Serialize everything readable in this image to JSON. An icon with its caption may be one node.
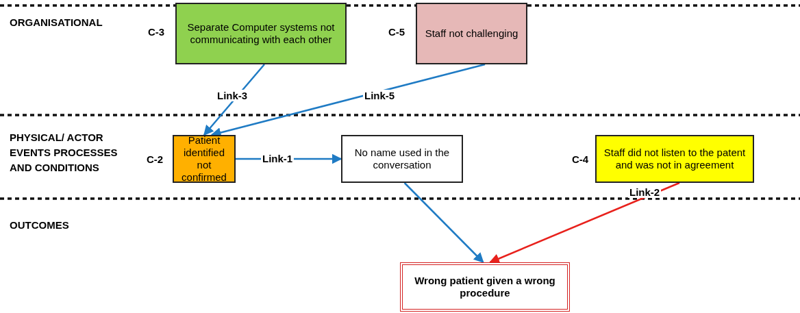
{
  "diagram": {
    "nodes": [
      {
        "text": [
          "Separate Computer systems not communicating with each other"
        ],
        "beside": [
          "C-3"
        ]
      },
      {
        "text": [
          "Staff not challenging"
        ],
        "beside": [
          "C-5"
        ]
      },
      {
        "text": [
          "Patient identified not confirmed"
        ],
        "beside": [
          "C-2"
        ]
      },
      {
        "text": [
          "No name used in the conversation"
        ]
      },
      {
        "text": [
          "Staff did not listen to the patent and was not in agreement"
        ],
        "beside": [
          "C-4"
        ]
      },
      {
        "text": [
          "Wrong patient given a wrong procedure"
        ]
      }
    ],
    "edges": [
      {
        "from": 0,
        "to": 2,
        "arrow": "to",
        "label": "Link-3"
      },
      {
        "from": 1,
        "to": 2,
        "arrow": "to",
        "label": "Link-5"
      },
      {
        "from": 2,
        "to": 3,
        "arrow": "to",
        "label": "Link-1"
      },
      {
        "from": 3,
        "to": 5,
        "arrow": "to"
      },
      {
        "from": 4,
        "to": 5,
        "arrow": "to",
        "label": "Link-2",
        "color": "#e8211c"
      }
    ],
    "labels": [
      "ORGANISATIONAL",
      "PHYSICAL/ ACTOR EVENTS PROCESSES AND CONDITIONS",
      "OUTCOMES"
    ]
  }
}
